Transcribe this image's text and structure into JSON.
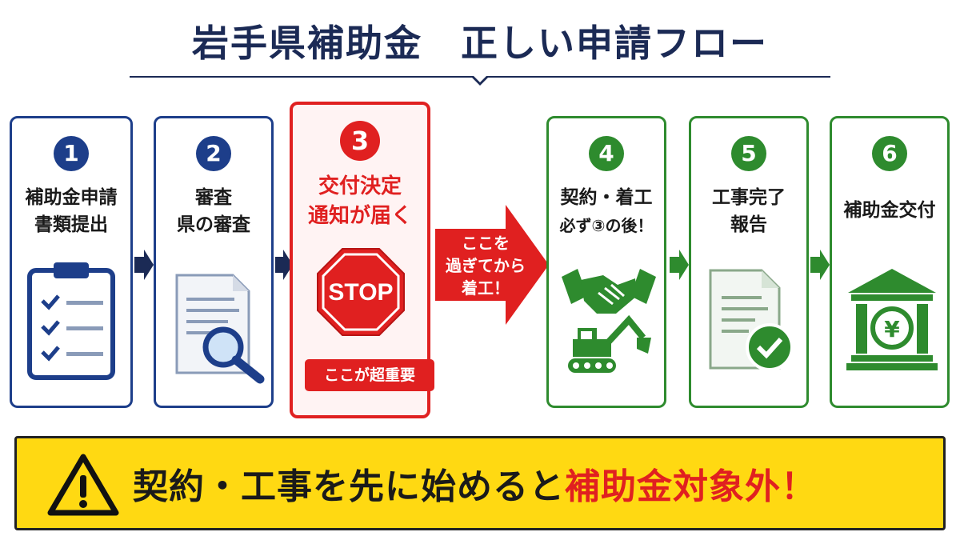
{
  "title": "岩手県補助金　正しい申請フロー",
  "steps": [
    {
      "num": "1",
      "line1": "補助金申請",
      "line2": "書類提出",
      "icon": "clipboard-checklist-icon"
    },
    {
      "num": "2",
      "line1": "審査",
      "line2": "県の審査",
      "icon": "document-magnifier-icon"
    },
    {
      "num": "3",
      "line1": "交付決定",
      "line2": "通知が届く",
      "icon": "stop-sign-icon",
      "stop_text": "STOP",
      "important": "ここが超重要"
    },
    {
      "num": "4",
      "line1": "契約・着工",
      "line2": "必ず③の後！",
      "icon": "handshake-excavator-icon"
    },
    {
      "num": "5",
      "line1": "工事完了",
      "line2": "報告",
      "icon": "document-check-icon"
    },
    {
      "num": "6",
      "line1": "補助金交付",
      "line2": "",
      "icon": "bank-yen-icon",
      "yen": "¥"
    }
  ],
  "callout": {
    "line1": "ここを",
    "line2": "過ぎてから",
    "line3": "着工！"
  },
  "warning": {
    "prefix": "契約・工事を先に始めると",
    "emphasis": "補助金対象外",
    "suffix": "！",
    "icon": "warning-triangle-icon"
  },
  "colors": {
    "blue": "#1d3e8a",
    "red": "#e02020",
    "green": "#2e8b2e",
    "yellow": "#ffd912",
    "navy": "#1b2a55"
  }
}
